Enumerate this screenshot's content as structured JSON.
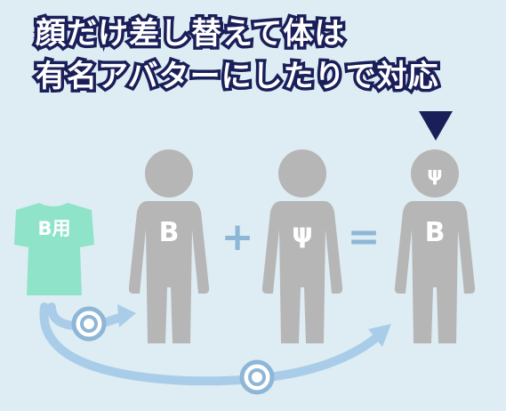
{
  "title": {
    "line1": "顔だけ差し替えて体は",
    "line2": "有名アバターにしたりで対応"
  },
  "shirt": {
    "label": "B用"
  },
  "figures": {
    "body_b": {
      "label": "B"
    },
    "plus": "+",
    "face_psi": {
      "label": "ψ"
    },
    "equals": "=",
    "result": {
      "head_label": "ψ",
      "body_label": "B"
    }
  },
  "colors": {
    "background": "#deedf3",
    "figure": "#b6b6b6",
    "shirt": "#8fe3c8",
    "arrow": "#a9cde9",
    "operator": "#8eb6d6",
    "title_outline": "#1a1f5a",
    "pointer": "#1a1f5a"
  },
  "icons": {
    "pointer": "down-triangle-icon",
    "match": "double-circle-icon"
  }
}
